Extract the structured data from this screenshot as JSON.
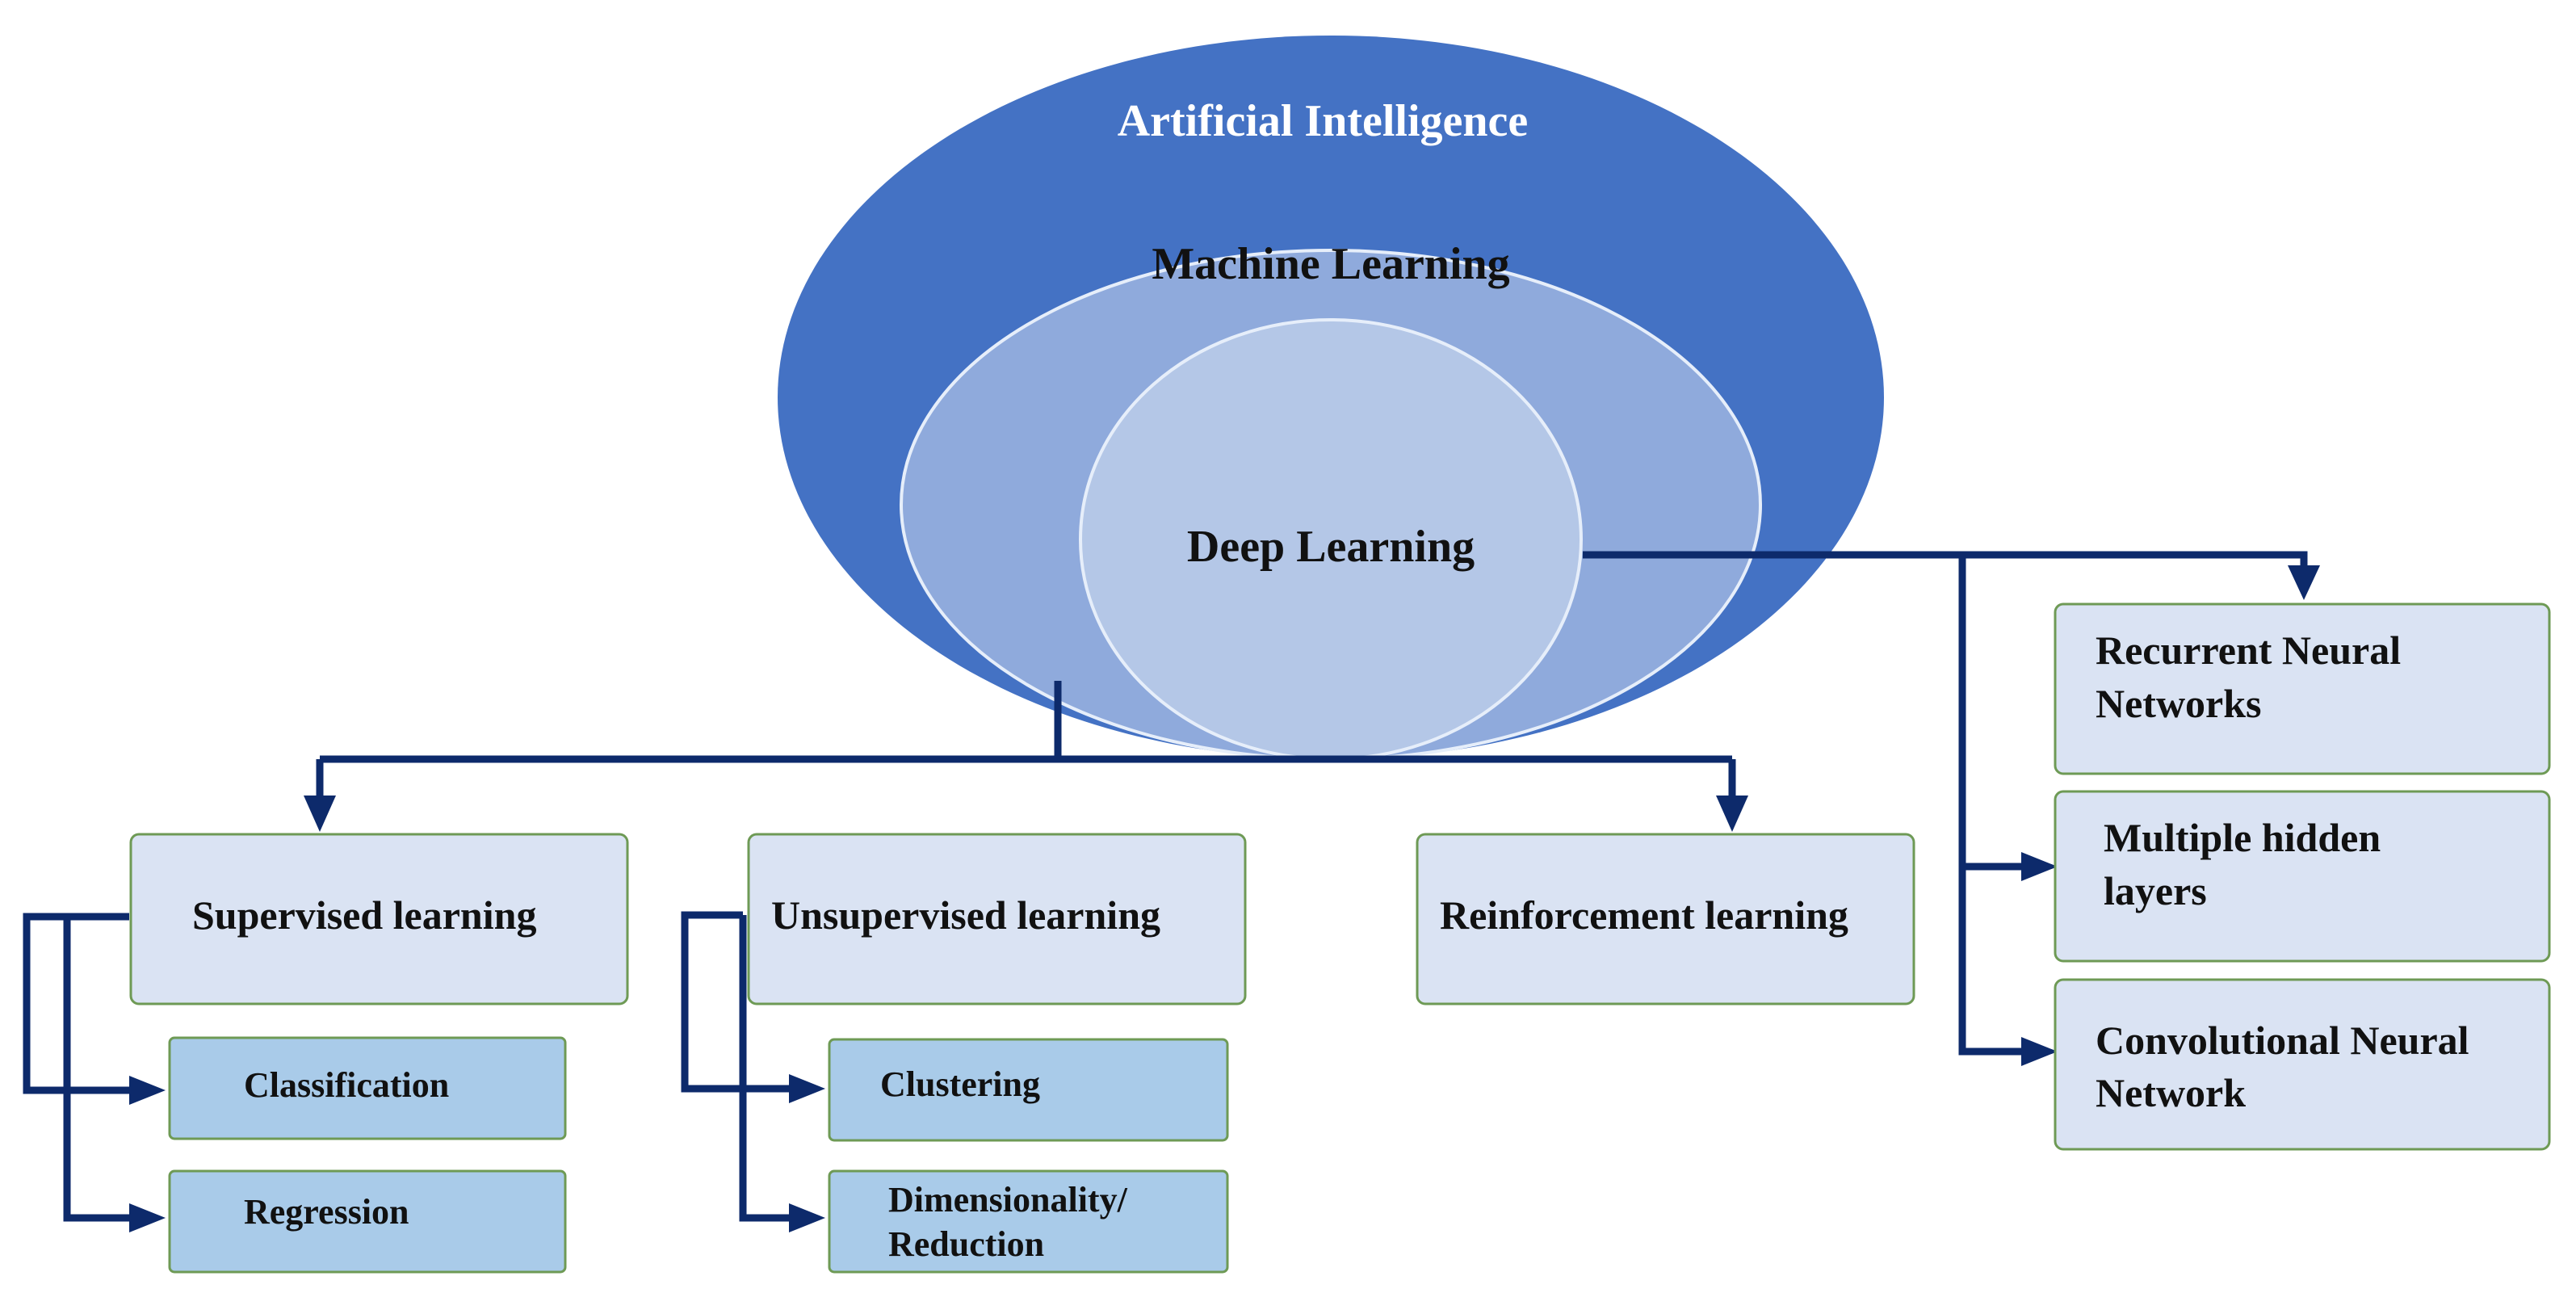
{
  "rings": {
    "outer": {
      "label": "Artificial Intelligence",
      "color": "#4472c4",
      "text_color": "#ffffff"
    },
    "middle": {
      "label": "Machine Learning",
      "color": "#8faadc",
      "text_color": "#111111"
    },
    "inner": {
      "label": "Deep Learning",
      "color": "#b4c7e7",
      "text_color": "#111111"
    }
  },
  "learning_types": {
    "supervised": {
      "label": "Supervised learning",
      "children": [
        "Classification",
        "Regression"
      ]
    },
    "unsupervised": {
      "label": "Unsupervised learning",
      "children": [
        "Clustering",
        "Dimensionality/",
        "Reduction"
      ]
    },
    "reinforcement": {
      "label": "Reinforcement learning"
    }
  },
  "deep_learning_types": [
    {
      "line1": "Recurrent Neural",
      "line2": "Networks"
    },
    {
      "line1": "Multiple hidden",
      "line2": "layers"
    },
    {
      "line1": "Convolutional Neural",
      "line2": "Network"
    }
  ],
  "colors": {
    "connector": "#0d2a6b",
    "main_box_fill": "#dae3f3",
    "sub_box_fill": "#a9cbe9",
    "box_border": "#6e9a55"
  }
}
